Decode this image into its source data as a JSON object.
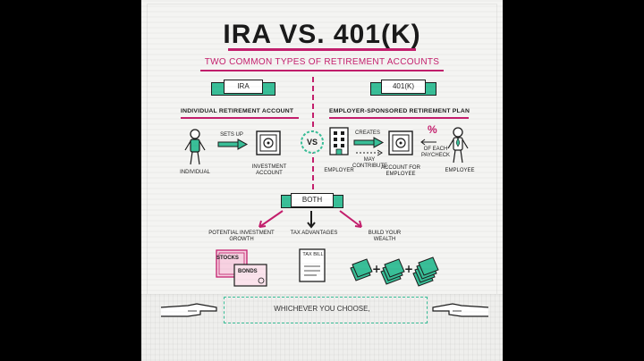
{
  "title": "IRA VS. 401(K)",
  "subtitle": "TWO COMMON TYPES OF RETIREMENT ACCOUNTS",
  "left": {
    "banner": "IRA",
    "heading": "INDIVIDUAL RETIREMENT ACCOUNT",
    "person_label": "INDIVIDUAL",
    "arrow_label": "SETS UP",
    "account_label": "INVESTMENT ACCOUNT"
  },
  "vs_label": "VS",
  "right": {
    "banner": "401(K)",
    "heading": "EMPLOYER-SPONSORED RETIREMENT PLAN",
    "employer_label": "EMPLOYER",
    "creates_label": "CREATES",
    "contribute_label": "MAY CONTRIBUTE",
    "account_label": "ACCOUNT FOR EMPLOYEE",
    "percent_symbol": "%",
    "paycheck_label": "OF EACH PAYCHECK",
    "employee_label": "EMPLOYEE"
  },
  "both": {
    "label": "BOTH",
    "items": [
      {
        "label": "POTENTIAL INVESTMENT GROWTH",
        "tag1": "STOCKS",
        "tag2": "BONDS"
      },
      {
        "label": "TAX ADVANTAGES",
        "tag1": "TAX BILL"
      },
      {
        "label": "BUILD YOUR WEALTH"
      }
    ]
  },
  "closing": "WHICHEVER YOU CHOOSE,",
  "colors": {
    "magenta": "#c41f6d",
    "teal": "#39bf98",
    "ink": "#1c1c1c",
    "napkin": "#f4f4f2"
  }
}
